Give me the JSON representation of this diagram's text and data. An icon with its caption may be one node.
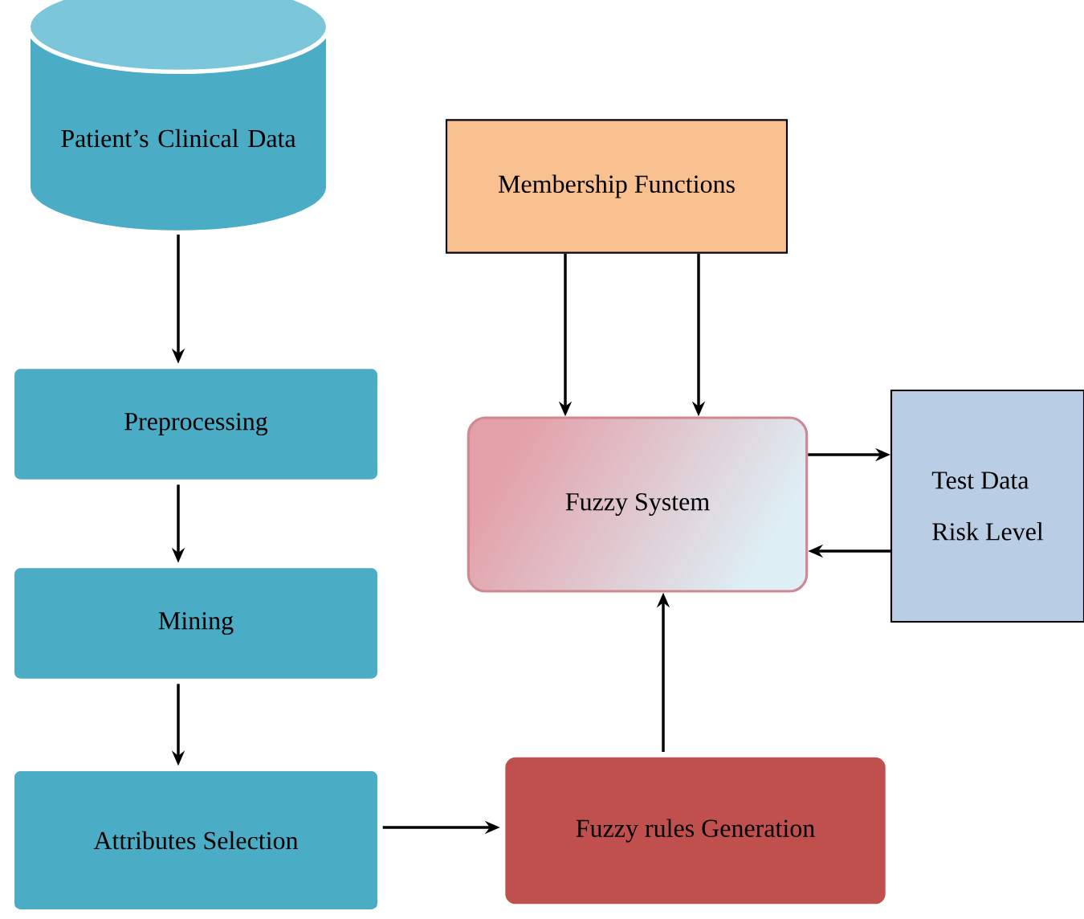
{
  "diagram": {
    "nodes": [
      {
        "text": [
          "Patient’s Clinical Data"
        ]
      },
      {
        "text": [
          "Preprocessing"
        ]
      },
      {
        "text": [
          "Mining"
        ]
      },
      {
        "text": [
          "Attributes Selection"
        ]
      },
      {
        "text": [
          "Membership Functions"
        ]
      },
      {
        "text": [
          "Fuzzy System"
        ]
      },
      {
        "text": [
          "Test Data",
          "Risk Level"
        ]
      },
      {
        "text": [
          "Fuzzy rules Generation"
        ]
      }
    ],
    "edges": [
      {
        "from": 0,
        "to": 1,
        "arrow": "to"
      },
      {
        "from": 1,
        "to": 2,
        "arrow": "to"
      },
      {
        "from": 2,
        "to": 3,
        "arrow": "to"
      },
      {
        "from": 3,
        "to": 7,
        "arrow": "to"
      },
      {
        "from": 4,
        "to": 5,
        "arrow": "to"
      },
      {
        "from": 4,
        "to": 5,
        "arrow": "to"
      },
      {
        "from": 7,
        "to": 5,
        "arrow": "to"
      },
      {
        "from": 5,
        "to": 6,
        "arrow": "to"
      },
      {
        "from": 6,
        "to": 5,
        "arrow": "to"
      }
    ]
  }
}
